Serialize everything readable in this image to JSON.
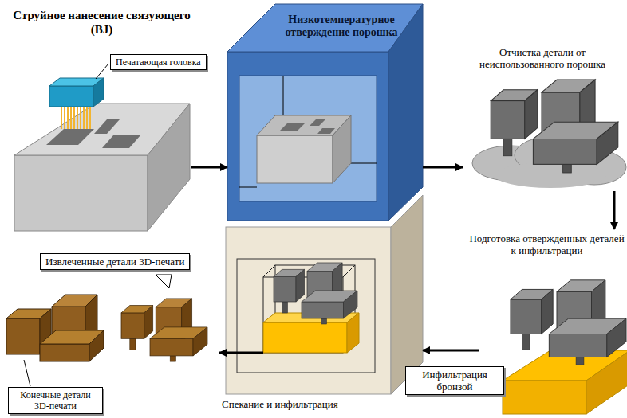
{
  "diagram": {
    "nodes": [
      {
        "text": [
          "Струйное нанесение связующего (BJ)"
        ]
      },
      {
        "text": [
          "Печатающая головка"
        ]
      },
      {
        "text": [
          "Низкотемпературное отверждение порошка"
        ]
      },
      {
        "text": [
          "Отчистка детали от неиспользованного порошка"
        ]
      },
      {
        "text": [
          "Подготовка отвержденных деталей к инфильтрации"
        ]
      },
      {
        "text": [
          "Инфильтрация бронзой"
        ]
      },
      {
        "text": [
          "Спекание и инфильтрация"
        ]
      },
      {
        "text": [
          "Извлеченные детали 3D-печати"
        ]
      },
      {
        "text": [
          "Конечные детали 3D-печати"
        ]
      }
    ],
    "edges": [
      {
        "from": 0,
        "to": 2,
        "arrow": "to"
      },
      {
        "from": 2,
        "to": 3,
        "arrow": "to"
      },
      {
        "from": 3,
        "to": 4,
        "arrow": "to"
      },
      {
        "from": 4,
        "to": 6,
        "arrow": "to"
      },
      {
        "from": 6,
        "to": 7,
        "arrow": "to"
      }
    ]
  }
}
